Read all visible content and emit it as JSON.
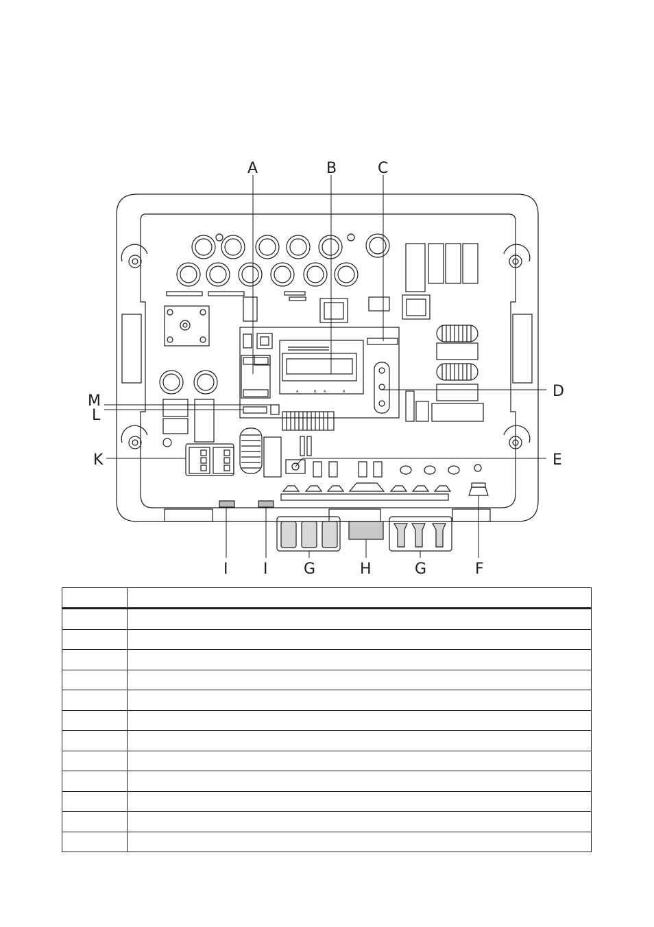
{
  "diagram": {
    "callouts": {
      "A": "A",
      "B": "B",
      "C": "C",
      "D": "D",
      "E": "E",
      "F": "F",
      "G1": "G",
      "G2": "G",
      "H": "H",
      "I1": "I",
      "I2": "I",
      "K": "K",
      "L": "L",
      "M": "M"
    },
    "board_marks": [
      "A",
      "B",
      "A",
      "B"
    ]
  },
  "legend": {
    "header": [
      "",
      ""
    ],
    "rows": [
      [
        "",
        ""
      ],
      [
        "",
        ""
      ],
      [
        "",
        ""
      ],
      [
        "",
        ""
      ],
      [
        "",
        ""
      ],
      [
        "",
        ""
      ],
      [
        "",
        ""
      ],
      [
        "",
        ""
      ],
      [
        "",
        ""
      ],
      [
        "",
        ""
      ],
      [
        "",
        ""
      ],
      [
        "",
        ""
      ]
    ]
  }
}
